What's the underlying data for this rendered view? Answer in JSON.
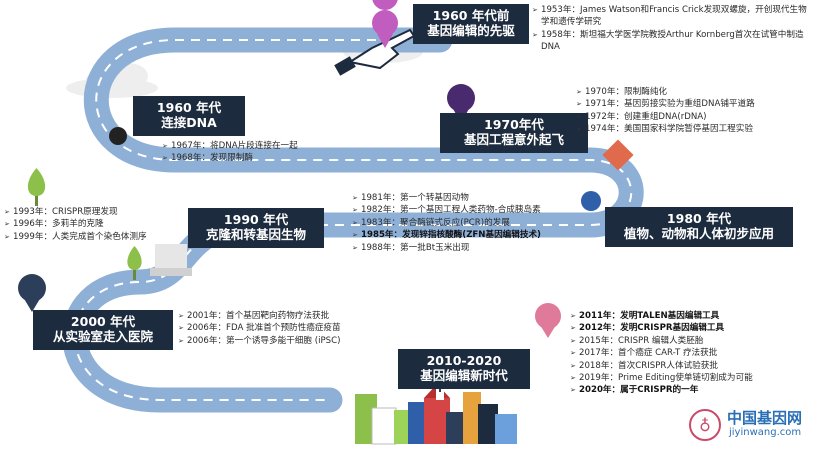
{
  "milestones": [
    {
      "title": "1960 年代前\n基因编辑的先驱",
      "items": [
        {
          "text": "1953年：James Watson和Francis Crick发现双螺旋，开创现代生物学和遗传学研究",
          "bold": false
        },
        {
          "text": "1958年：斯坦福大学医学院教授Arthur Kornberg首次在试管中制造DNA",
          "bold": false
        }
      ]
    },
    {
      "title": "1960 年代\n连接DNA",
      "items": [
        {
          "text": "1967年：将DNA片段连接在一起",
          "bold": false
        },
        {
          "text": "1968年：发现限制酶",
          "bold": false
        }
      ]
    },
    {
      "title": "1970年代\n基因工程意外起飞",
      "items": [
        {
          "text": "1970年：限制酶纯化",
          "bold": false
        },
        {
          "text": "1971年：基因剪接实验为重组DNA铺平道路",
          "bold": false
        },
        {
          "text": "1972年：创建重组DNA(rDNA)",
          "bold": false
        },
        {
          "text": "1974年：美国国家科学院暂停基因工程实验",
          "bold": false
        }
      ]
    },
    {
      "title": "1980 年代\n植物、动物和人体初步应用",
      "items": [
        {
          "text": "1981年：第一个转基因动物",
          "bold": false
        },
        {
          "text": "1982年：第一个基因工程人类药物-合成胰岛素",
          "bold": false
        },
        {
          "text": "1983年：聚合酶链式反应(PCR)的发展",
          "bold": false
        },
        {
          "text": "1985年：发现锌指核酸酶(ZFN基因编辑技术)",
          "bold": true
        },
        {
          "text": "1988年：第一批Bt玉米出现",
          "bold": false
        }
      ]
    },
    {
      "title": "1990 年代\n克隆和转基因生物",
      "items": [
        {
          "text": "1993年：CRISPR原理发现",
          "bold": false
        },
        {
          "text": "1996年：多莉羊的克隆",
          "bold": false
        },
        {
          "text": "1999年：人类完成首个染色体测序",
          "bold": false
        }
      ]
    },
    {
      "title": "2000 年代\n从实验室走入医院",
      "items": [
        {
          "text": "2001年：首个基因靶向药物疗法获批",
          "bold": false
        },
        {
          "text": "2006年：FDA 批准首个预防性癌症疫苗",
          "bold": false
        },
        {
          "text": "2006年：第一个诱导多能干细胞 (iPSC)",
          "bold": false
        }
      ]
    },
    {
      "title": "2010-2020\n基因编辑新时代",
      "items": [
        {
          "text": "2011年：发明TALEN基因编辑工具",
          "bold": true
        },
        {
          "text": "2012年：发明CRISPR基因编辑工具",
          "bold": true
        },
        {
          "text": "2015年：CRISPR 编辑人类胚胎",
          "bold": false
        },
        {
          "text": "2017年：首个癌症 CAR-T 疗法获批",
          "bold": false
        },
        {
          "text": "2018年：首次CRISPR人体试验获批",
          "bold": false
        },
        {
          "text": "2019年：Prime Editing使单链切割成为可能",
          "bold": false
        },
        {
          "text": "2020年：属于CRISPR的一年",
          "bold": true
        }
      ]
    }
  ],
  "watermark": {
    "cn": "中国基因网",
    "en": "jiyinwang.com"
  },
  "colors": {
    "road": "#8fb0d6",
    "road_edge": "#ffffff",
    "box": "#1d2b3e",
    "text": "#2a2a2a"
  }
}
